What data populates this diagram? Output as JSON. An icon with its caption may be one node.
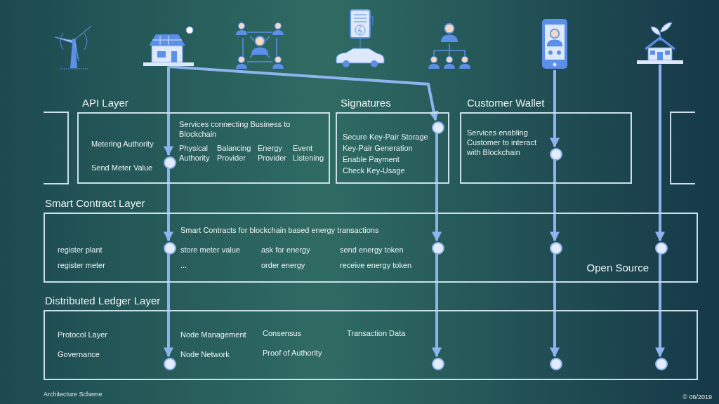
{
  "diagram": {
    "nodes": [
      {
        "text": [],
        "shape": "picture"
      },
      {
        "text": [],
        "shape": "picture"
      },
      {
        "text": [],
        "shape": "picture"
      },
      {
        "text": [],
        "shape": "picture"
      },
      {
        "text": [],
        "shape": "picture"
      },
      {
        "text": [],
        "shape": "picture"
      },
      {
        "text": [],
        "shape": "picture"
      },
      {
        "text": [
          "API Layer",
          "Services connecting Business to Blockchain",
          "Metering Authority",
          "Physical Authority",
          "Balancing Provider",
          "Energy Provider",
          "Event Listening",
          "Send Meter Value"
        ]
      },
      {
        "text": [
          "Signatures",
          "Secure Key-Pair Storage",
          "Key-Pair Generation",
          "Enable Payment",
          "Check Key-Usage"
        ]
      },
      {
        "text": [
          "Customer Wallet",
          "Services enabling Customer to interact with Blockchain"
        ]
      },
      {
        "text": [
          "Smart Contract Layer",
          "Smart Contracts for blockchain based energy transactions",
          "register plant",
          "store meter value",
          "ask for energy",
          "send energy token",
          "register meter",
          "...",
          "order energy",
          "receive energy token",
          "Open Source"
        ]
      },
      {
        "text": [
          "Distributed Ledger Layer",
          "Protocol Layer",
          "Node Management",
          "Consensus",
          "Transaction Data",
          "Governance",
          "Node Network",
          "Proof of Authority"
        ]
      },
      {
        "text": [],
        "shape": "circle",
        "in": 7
      },
      {
        "text": [],
        "shape": "circle",
        "in": 8
      },
      {
        "text": [],
        "shape": "circle",
        "in": 9
      },
      {
        "text": [],
        "shape": "circle",
        "in": 10
      },
      {
        "text": [],
        "shape": "circle",
        "in": 10
      },
      {
        "text": [],
        "shape": "circle",
        "in": 10
      },
      {
        "text": [],
        "shape": "circle",
        "in": 10
      },
      {
        "text": [],
        "shape": "circle",
        "in": 11
      },
      {
        "text": [],
        "shape": "circle",
        "in": 11
      },
      {
        "text": [],
        "shape": "circle",
        "in": 11
      },
      {
        "text": [],
        "shape": "circle",
        "in": 11
      }
    ],
    "edges": [
      {
        "from": 1,
        "to": 12,
        "arrow": "to"
      },
      {
        "from": 12,
        "to": 15,
        "arrow": "to"
      },
      {
        "from": 15,
        "to": 19,
        "arrow": "to"
      },
      {
        "from": 1,
        "to": 13,
        "arrow": "to"
      },
      {
        "from": 13,
        "to": 16,
        "arrow": "to"
      },
      {
        "from": 16,
        "to": 20,
        "arrow": "to"
      },
      {
        "from": 5,
        "to": 14,
        "arrow": "to"
      },
      {
        "from": 14,
        "to": 17,
        "arrow": "to"
      },
      {
        "from": 17,
        "to": 21,
        "arrow": "to"
      },
      {
        "from": 6,
        "to": 18,
        "arrow": "to"
      },
      {
        "from": 18,
        "to": 22,
        "arrow": "to"
      }
    ],
    "labels": [
      "Architecture Scheme",
      "© 06/2019"
    ]
  }
}
